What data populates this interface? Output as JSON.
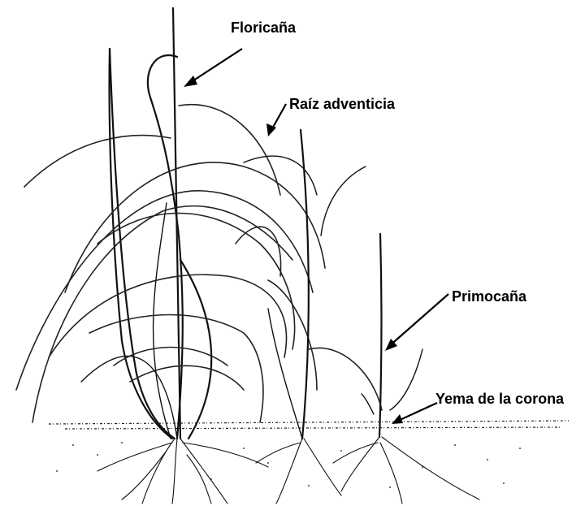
{
  "labels": {
    "floricana": "Floricaña",
    "raiz": "Raíz adventicia",
    "primocana": "Primocaña",
    "yema": "Yema de la corona"
  }
}
